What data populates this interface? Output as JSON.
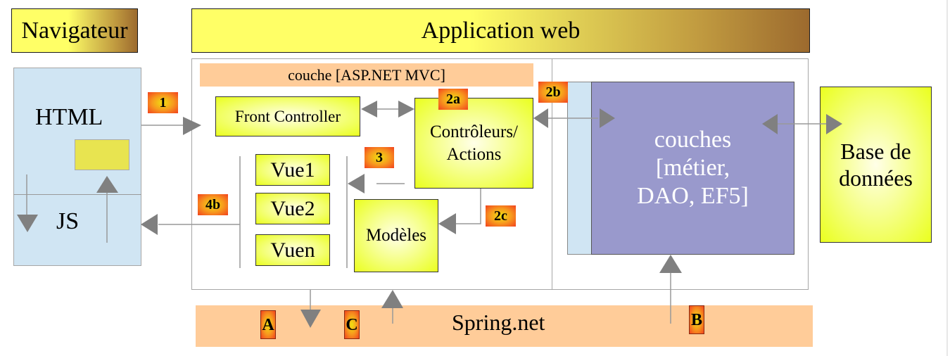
{
  "headers": {
    "navigateur": "Navigateur",
    "application": "Application web"
  },
  "browser": {
    "html_label": "HTML",
    "js_label": "JS"
  },
  "mvc_layer": {
    "title": "couche [ASP.NET MVC]",
    "front_controller": "Front Controller",
    "controllers": [
      "Contrôleurs/",
      "Actions"
    ],
    "views": [
      "Vue1",
      "Vue2",
      "Vuen"
    ],
    "models": "Modèles"
  },
  "business_layer": {
    "lines": [
      "couches",
      "[métier,",
      "DAO, EF5]"
    ]
  },
  "database": {
    "lines": [
      "Base de",
      "données"
    ]
  },
  "spring": {
    "label": "Spring.net"
  },
  "badges": {
    "step1": "1",
    "step2a": "2a",
    "step2b": "2b",
    "step2c": "2c",
    "step3": "3",
    "step4b": "4b",
    "a": "A",
    "b": "B",
    "c": "C"
  },
  "colors": {
    "browser_bg": "#d0e5f3",
    "business_bg": "#9999cc",
    "peach": "#ffcc99",
    "arrow": "#808080"
  }
}
